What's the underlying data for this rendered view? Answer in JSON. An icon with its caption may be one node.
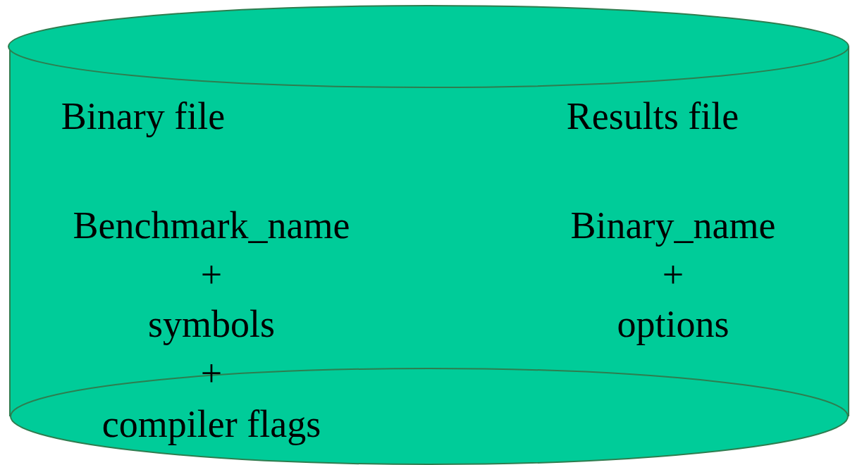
{
  "diagram": {
    "nodes": [
      {
        "text": [
          "Binary file",
          "Benchmark_name",
          "+",
          "symbols",
          "+",
          "compiler flags",
          "Results file",
          "Binary_name",
          "+",
          "options"
        ]
      }
    ]
  }
}
